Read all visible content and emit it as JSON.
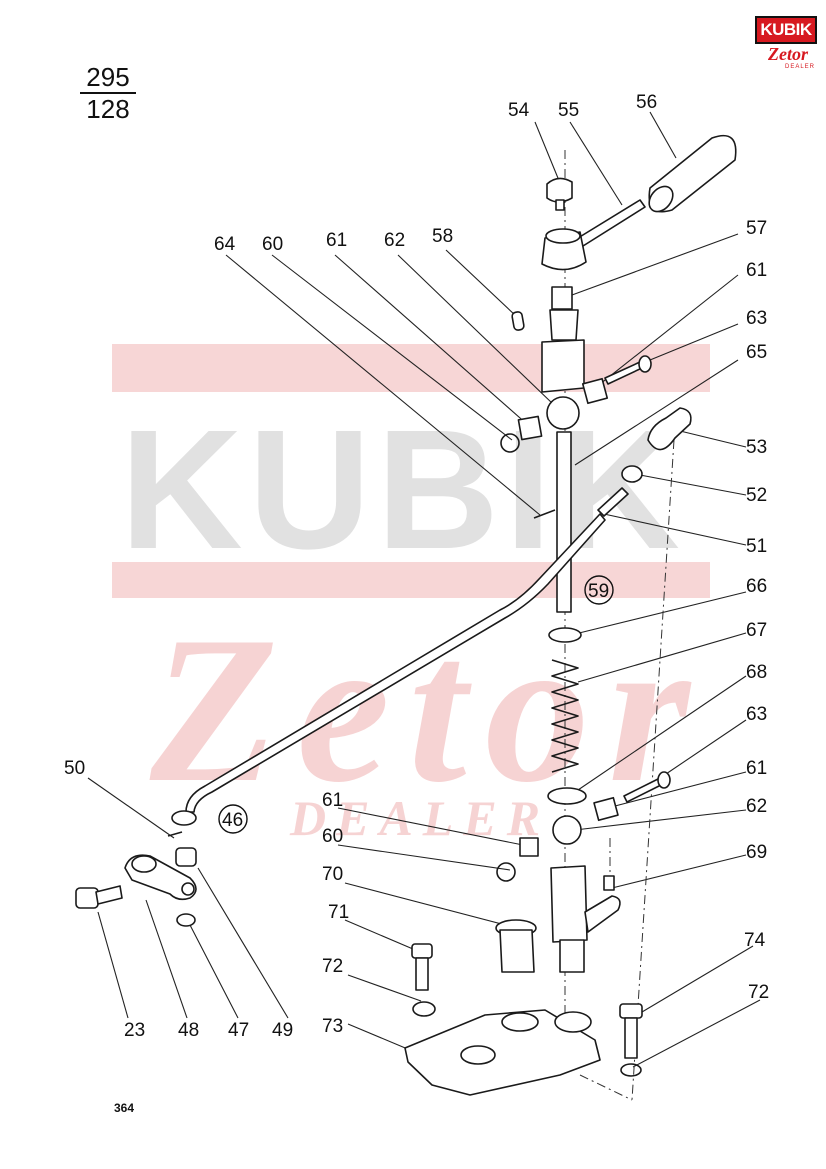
{
  "figure_code": {
    "numerator": "295",
    "denominator": "128"
  },
  "page_number": "364",
  "logo": {
    "brand": "KUBIK",
    "make": "Zetor",
    "dealer": "DEALER",
    "color": "#d71920"
  },
  "watermark": {
    "brand": "KUBIK",
    "make": "Zetor",
    "dealer": "DEALER",
    "color": "#f3c4c4",
    "gray": "#d9d9d9"
  },
  "callouts": [
    "54",
    "55",
    "56",
    "64",
    "60",
    "61",
    "62",
    "58",
    "57",
    "61",
    "63",
    "65",
    "53",
    "52",
    "51",
    "59",
    "66",
    "67",
    "68",
    "63",
    "61",
    "62",
    "69",
    "50",
    "46",
    "61",
    "60",
    "70",
    "71",
    "72",
    "73",
    "23",
    "48",
    "47",
    "49",
    "74",
    "72"
  ],
  "assemblies": [
    "59",
    "46"
  ]
}
